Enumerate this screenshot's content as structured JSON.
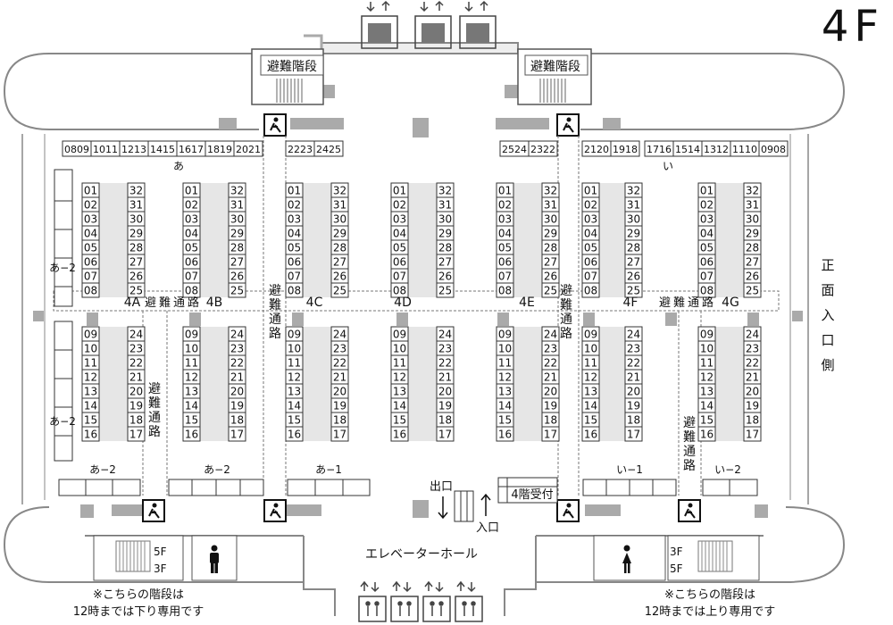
{
  "floor_label": "4F",
  "evacuation_stairs_label": "避難階段",
  "evacuation_route_label": "避難通路",
  "front_entrance_label": "正面入口側",
  "elevator_hall_label": "エレベーターホール",
  "exit_label": "出口",
  "entrance_label": "入口",
  "reception_label": "4階受付",
  "stair_note_left": [
    "※こちらの階段は",
    "12時までは下り専用です"
  ],
  "stair_note_right": [
    "※こちらの階段は",
    "12時までは上り専用です"
  ],
  "stair_floor_marks_left": [
    "5F",
    "3F"
  ],
  "stair_floor_marks_right": [
    "3F",
    "5F"
  ],
  "area_labels": [
    "あ",
    "い",
    "あ−2",
    "あ−2",
    "あ−2",
    "あ−2",
    "あ−1",
    "い−1",
    "い−2"
  ],
  "block_labels": [
    "4A",
    "4B",
    "4C",
    "4D",
    "4E",
    "4F",
    "4G"
  ],
  "top_booths_a": [
    "0809",
    "1011",
    "1213",
    "1415",
    "1617",
    "1819",
    "2021",
    "2223",
    "2425"
  ],
  "top_booths_b": [
    "2524",
    "2322",
    "2120",
    "1918",
    "1716",
    "1514",
    "1312",
    "1110",
    "0908"
  ],
  "booth_cols": [
    [
      "01",
      "02",
      "03",
      "04",
      "05",
      "06",
      "07",
      "08"
    ],
    [
      "32",
      "31",
      "30",
      "29",
      "28",
      "27",
      "26",
      "25"
    ],
    [
      "09",
      "10",
      "11",
      "12",
      "13",
      "14",
      "15",
      "16"
    ],
    [
      "24",
      "23",
      "22",
      "21",
      "20",
      "19",
      "18",
      "17"
    ]
  ],
  "icons": [
    "luggage-elevator-icon",
    "emergency-exit-icon",
    "male-toilet-icon",
    "female-toilet-icon",
    "people-elevator-icon"
  ]
}
